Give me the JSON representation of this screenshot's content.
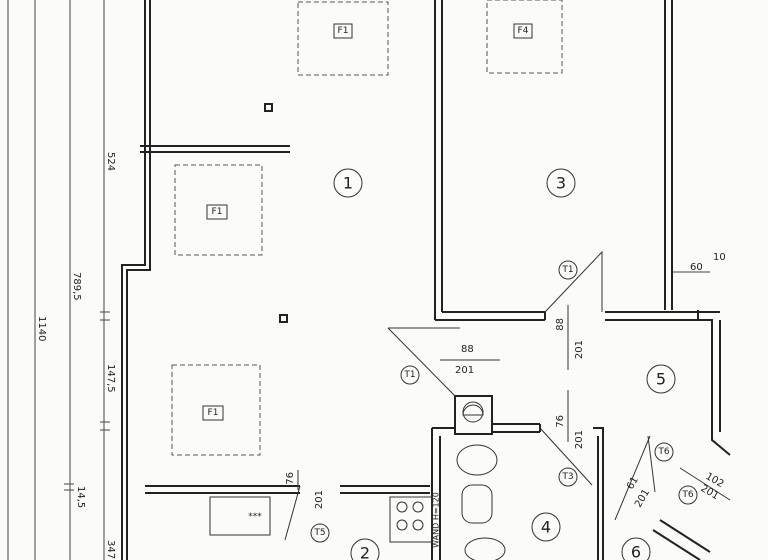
{
  "rooms": [
    "1",
    "2",
    "3",
    "4",
    "5",
    "6"
  ],
  "fixtures": {
    "f1_a": "F1",
    "f4": "F4",
    "f1_b": "F1",
    "f1_c": "F1"
  },
  "doors": {
    "t1_a": "T1",
    "t1_b": "T1",
    "t3": "T3",
    "t5": "T5",
    "t6_a": "T6",
    "t6_b": "T6",
    "d88_a": {
      "w": "88",
      "h": "201"
    },
    "d88_b": {
      "w": "88",
      "h": "201"
    },
    "d76_a": {
      "w": "76",
      "h": "201"
    },
    "d76_b": {
      "w": "76",
      "h": "201"
    },
    "d61": {
      "w": "61",
      "h": "201"
    },
    "d102": {
      "w": "102",
      "h": "201"
    }
  },
  "dimensions": {
    "d524": "524",
    "d7895": "789,5",
    "d1140": "1140",
    "d1475": "147,5",
    "d145": "14,5",
    "d347": "347",
    "d60": "60",
    "d10": "10"
  },
  "annotations": {
    "wand": "WAND H=120",
    "stove_marks": "***"
  }
}
